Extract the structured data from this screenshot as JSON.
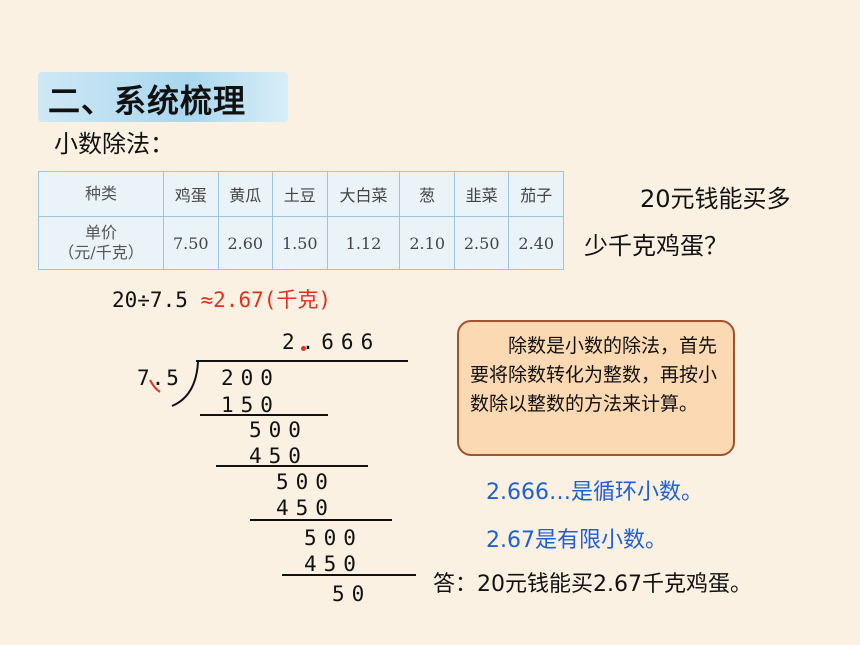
{
  "section_title": "二、系统梳理",
  "subtitle": "小数除法：",
  "table": {
    "header_label": "种类",
    "items": [
      "鸡蛋",
      "黄瓜",
      "土豆",
      "大白菜",
      "葱",
      "韭菜",
      "茄子"
    ],
    "price_label_line1": "单价",
    "price_label_line2": "（元/千克）",
    "prices": [
      "7.50",
      "2.60",
      "1.50",
      "1.12",
      "2.10",
      "2.50",
      "2.40"
    ]
  },
  "question": {
    "line1": "20元钱能买多",
    "line2": "少千克鸡蛋？"
  },
  "calculation": {
    "expression": "20÷7.5 ",
    "result": "≈2.67(千克)"
  },
  "long_division": {
    "quotient": "2.666",
    "divisor": "7.5",
    "rows": [
      "200",
      "150",
      "500",
      "450",
      "500",
      "450",
      "500",
      "450",
      "50"
    ]
  },
  "note": "除数是小数的除法，首先要将除数转化为整数，再按小数除以整数的方法来计算。",
  "facts": [
    "2.666…是循环小数。",
    "2.67是有限小数。"
  ],
  "answer": "答：20元钱能买2.67千克鸡蛋。",
  "colors": {
    "accent_red": "#e0301e",
    "fact_blue": "#1f5fd6",
    "note_bg": "#fbd9b2",
    "title_bg": "#a9d7ee"
  }
}
